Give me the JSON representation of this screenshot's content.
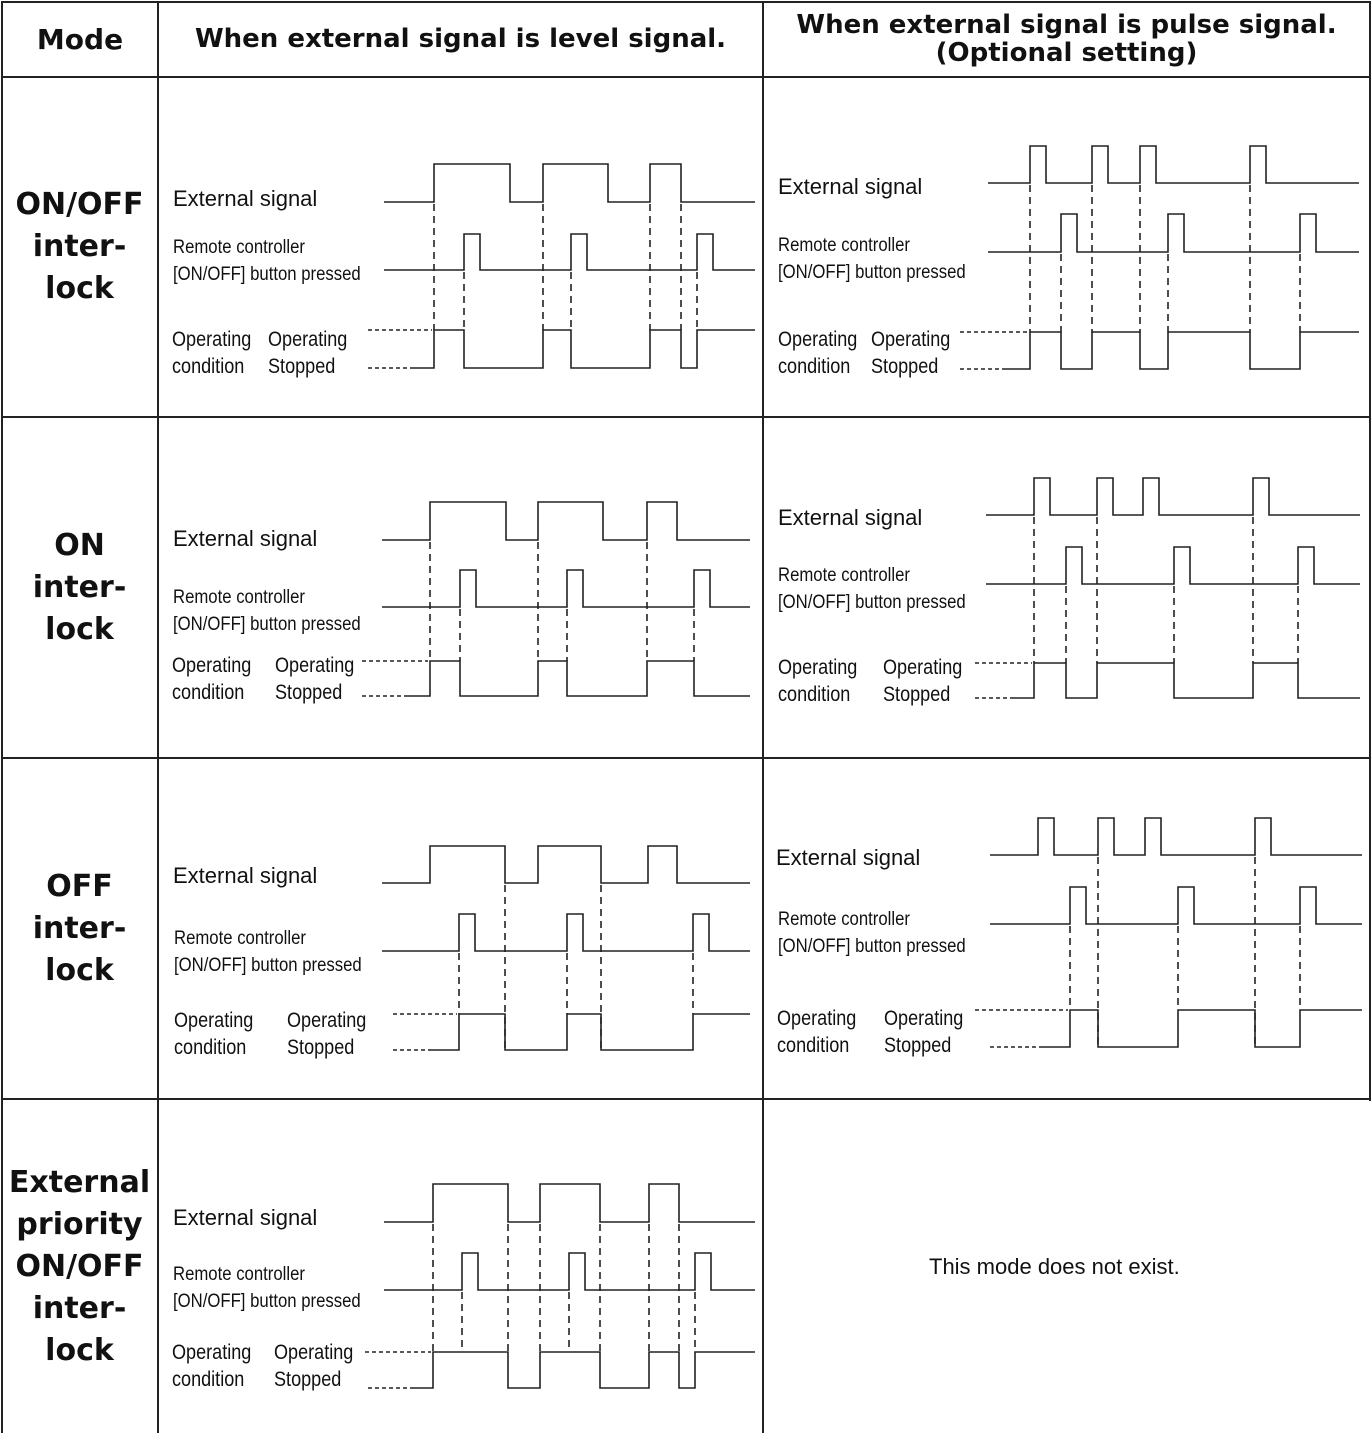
{
  "headers": {
    "mode": "Mode",
    "level": "When external signal is level signal.",
    "pulse_line1": "When external signal is pulse signal.",
    "pulse_line2": "(Optional setting)"
  },
  "labels": {
    "external_signal": "External signal",
    "remote_line1": "Remote controller",
    "remote_line2": "[ON/OFF] button pressed",
    "operating_condition_line1": "Operating",
    "operating_condition_line2": "condition",
    "state_high": "Operating",
    "state_low": "Stopped"
  },
  "rows": [
    {
      "mode_lines": [
        "ON/OFF",
        "inter-",
        "lock"
      ],
      "pulse_note": ""
    },
    {
      "mode_lines": [
        "ON",
        "inter-",
        "lock"
      ],
      "pulse_note": ""
    },
    {
      "mode_lines": [
        "OFF",
        "inter-",
        "lock"
      ],
      "pulse_note": ""
    },
    {
      "mode_lines": [
        "External",
        "priority",
        "ON/OFF",
        "inter-",
        "lock"
      ],
      "pulse_note": "This mode does not exist."
    }
  ],
  "colors": {
    "line": "#222222",
    "text": "#111111",
    "background": "#ffffff"
  }
}
